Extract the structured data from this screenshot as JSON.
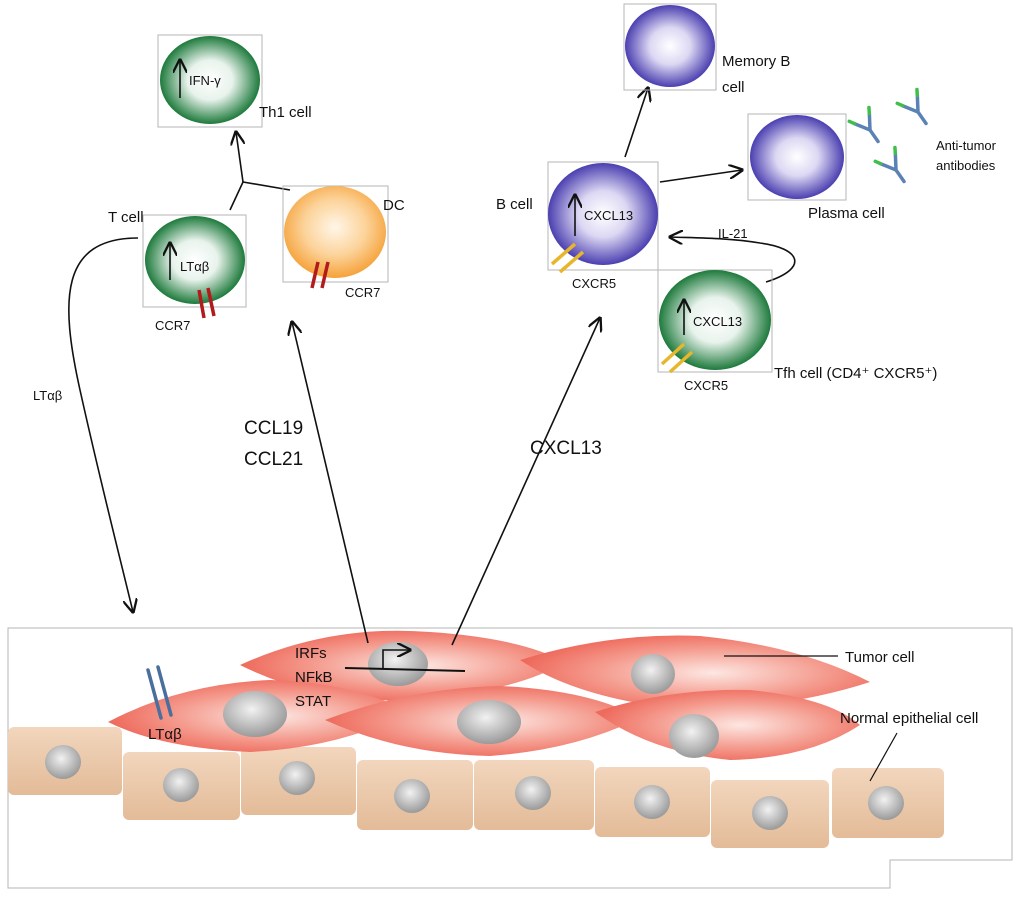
{
  "colors": {
    "t_cell": "#1e7a3c",
    "dc": "#f5a23a",
    "b_cell": "#4b3fb0",
    "tumor": "#ee6a5c",
    "epithelial": "#e9c7a9",
    "ccr7_receptor": "#b21b1b",
    "cxcr5_receptor": "#e8b62a",
    "lt_receptor": "#4a6f9c",
    "antibody": "#5b82b5",
    "antibody_tip": "#3fbf4a"
  },
  "cells": {
    "th1": {
      "inner": "IFN-γ",
      "label": "Th1 cell"
    },
    "t_cell": {
      "inner": "LTαβ",
      "label": "T cell",
      "receptor": "CCR7"
    },
    "dc": {
      "label": "DC",
      "receptor": "CCR7"
    },
    "b_cell": {
      "inner": "CXCL13",
      "label": "B cell",
      "receptor": "CXCR5"
    },
    "memory_b": {
      "label_line1": "Memory B",
      "label_line2": "cell"
    },
    "plasma": {
      "label": "Plasma cell"
    },
    "tfh": {
      "inner": "CXCL13",
      "label": "Tfh cell (CD4⁺ CXCR5⁺)",
      "receptor": "CXCR5"
    }
  },
  "signals": {
    "ccl19": "CCL19",
    "ccl21": "CCL21",
    "cxcl13": "CXCL13",
    "ltab_loop": "LTαβ",
    "il21": "IL-21"
  },
  "antibodies": {
    "line1": "Anti-tumor",
    "line2": "antibodies"
  },
  "tissue": {
    "transcription_factors": [
      "IRFs",
      "NFkB",
      "STAT"
    ],
    "lt_receptor_label": "LTαβ",
    "tumor_cell_label": "Tumor cell",
    "normal_cell_label": "Normal epithelial cell"
  }
}
